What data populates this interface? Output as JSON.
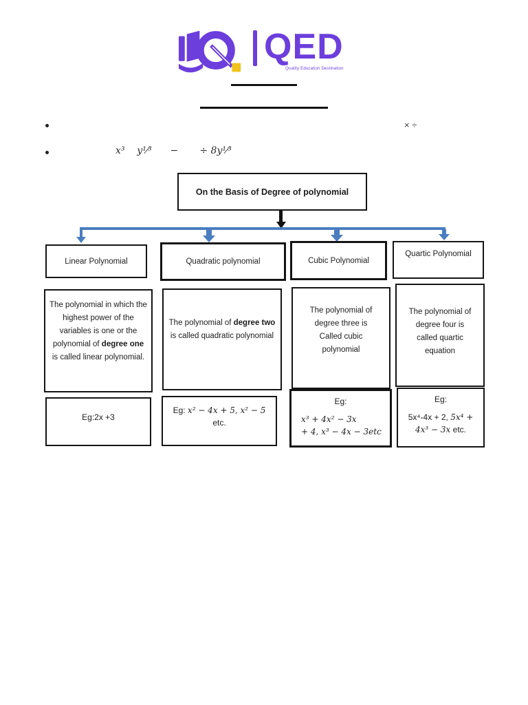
{
  "colors": {
    "purple": "#6C3EDC",
    "yellow": "#F2C21D",
    "connector_blue": "#4B7EC0"
  },
  "logo": {
    "brand": "QED",
    "tagline": "Quality Education Destination"
  },
  "bullets": {
    "item1_symbols": "× ÷",
    "item2_math": "x³    y¹⁄³      −       ÷ 8y¹⁄³"
  },
  "flowchart": {
    "root_label": "On the Basis of Degree of polynomial",
    "columns": [
      {
        "header": "Linear Polynomial",
        "description": {
          "pre": "The polynomial in which the highest power of the variables is one or the polynomial of ",
          "bold": "degree one",
          "post": " is called linear polynomial."
        },
        "example": {
          "text": "Eg:2x +3"
        }
      },
      {
        "header": "Quadratic polynomial",
        "description": {
          "pre": "The polynomial of ",
          "bold": "degree two",
          "post": " is called quadratic polynomial"
        },
        "example": {
          "label": "Eg: ",
          "math1": "x² − 4x + 5, x² − 5",
          "line2": "etc."
        }
      },
      {
        "header": "Cubic Polynomial",
        "description": {
          "pre": "The polynomial of degree three is Called cubic polynomial",
          "bold": "",
          "post": ""
        },
        "example": {
          "label": "Eg:",
          "math1": "x³ + 4x² − 3x",
          "math2": "+ 4, x³ − 4x − 3etc"
        }
      },
      {
        "header": "Quartic Polynomial",
        "description": {
          "pre": "The polynomial of degree four is called quartic equation",
          "bold": "",
          "post": ""
        },
        "example": {
          "label": "Eg:",
          "plain1": "5x⁴-4x + 2, ",
          "math1": "5x⁴ +",
          "math2": "4x³ − 3x",
          "plain2": " etc."
        }
      }
    ]
  }
}
